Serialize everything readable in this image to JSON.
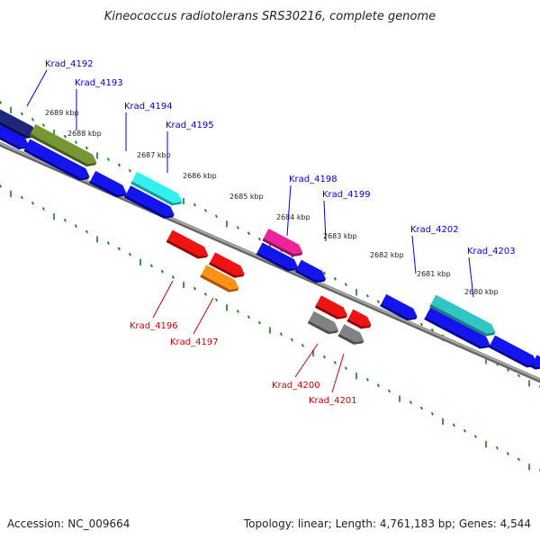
{
  "title": "Kineococcus radiotolerans SRS30216, complete genome",
  "footer": {
    "accession": "Accession: NC_009664",
    "summary": "Topology: linear; Length: 4,761,183 bp; Genes: 4,544"
  },
  "colors": {
    "label_above": "#0000cc",
    "label_below": "#cc0000",
    "tick": "#1a7a1a",
    "axis": "#808080",
    "blue": "#0000ee",
    "navy": "#0a1470",
    "olive": "#6b8e23",
    "cyan": "#22eeee",
    "teal": "#20c0c0",
    "red": "#ee0000",
    "orange": "#ff8800",
    "pink": "#ee1090",
    "gray": "#777777"
  },
  "kbp_labels": [
    "2689 kbp",
    "2688 kbp",
    "2687 kbp",
    "2686 kbp",
    "2685 kbp",
    "2684 kbp",
    "2683 kbp",
    "2682 kbp",
    "2681 kbp",
    "2680 kbp"
  ],
  "genes_above": [
    {
      "name": "Krad_4192",
      "color": "navy"
    },
    {
      "name": "Krad_4193",
      "color": "olive"
    },
    {
      "name": "Krad_4194",
      "color": "cyan"
    },
    {
      "name": "Krad_4195",
      "color": "cyan"
    },
    {
      "name": "Krad_4198",
      "color": "pink"
    },
    {
      "name": "Krad_4199",
      "color": "pink"
    },
    {
      "name": "Krad_4202",
      "color": "teal"
    },
    {
      "name": "Krad_4203",
      "color": "teal"
    }
  ],
  "genes_below": [
    {
      "name": "Krad_4196",
      "color": "red"
    },
    {
      "name": "Krad_4197",
      "color": "orange"
    },
    {
      "name": "Krad_4200",
      "color": "gray"
    },
    {
      "name": "Krad_4201",
      "color": "gray"
    }
  ]
}
